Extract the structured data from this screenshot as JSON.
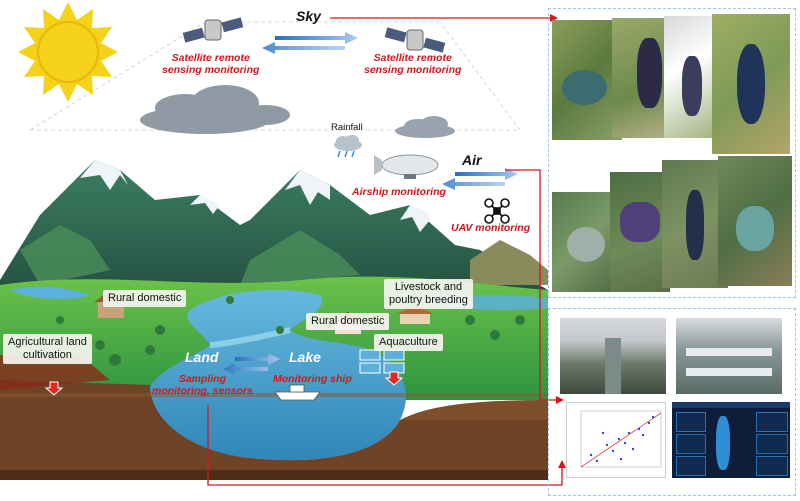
{
  "labels": {
    "sky": "Sky",
    "air": "Air",
    "land": "Land",
    "lake": "Lake",
    "satellite_left": "Satellite remote\nsensing monitoring",
    "satellite_right": "Satellite remote\nsensing monitoring",
    "rainfall": "Rainfall",
    "airship": "Airship monitoring",
    "uav": "UAV monitoring",
    "rural_domestic_left": "Rural domestic",
    "rural_domestic_center": "Rural domestic",
    "livestock": "Livestock and\npoultry breeding",
    "agricultural": "Agricultural land\ncultivation",
    "aquaculture": "Aquaculture",
    "sampling": "Sampling\nmonitoring, sensors",
    "monitoring_ship": "Monitoring ship"
  },
  "colors": {
    "red": "#d8141c",
    "sky_blue": "#5b8fd1",
    "lake": "#3f9ccd",
    "grass": "#3aa64a",
    "mountain": "#2f6b55",
    "snow": "#eef4f8",
    "sun": "#f5d21a",
    "panel_border": "#9fc6e0"
  },
  "icons": [
    "sun-icon",
    "satellite-icon",
    "cloud-icon",
    "rain-cloud-icon",
    "airship-icon",
    "drone-icon",
    "ship-icon",
    "house-icon",
    "arrow-icon"
  ]
}
